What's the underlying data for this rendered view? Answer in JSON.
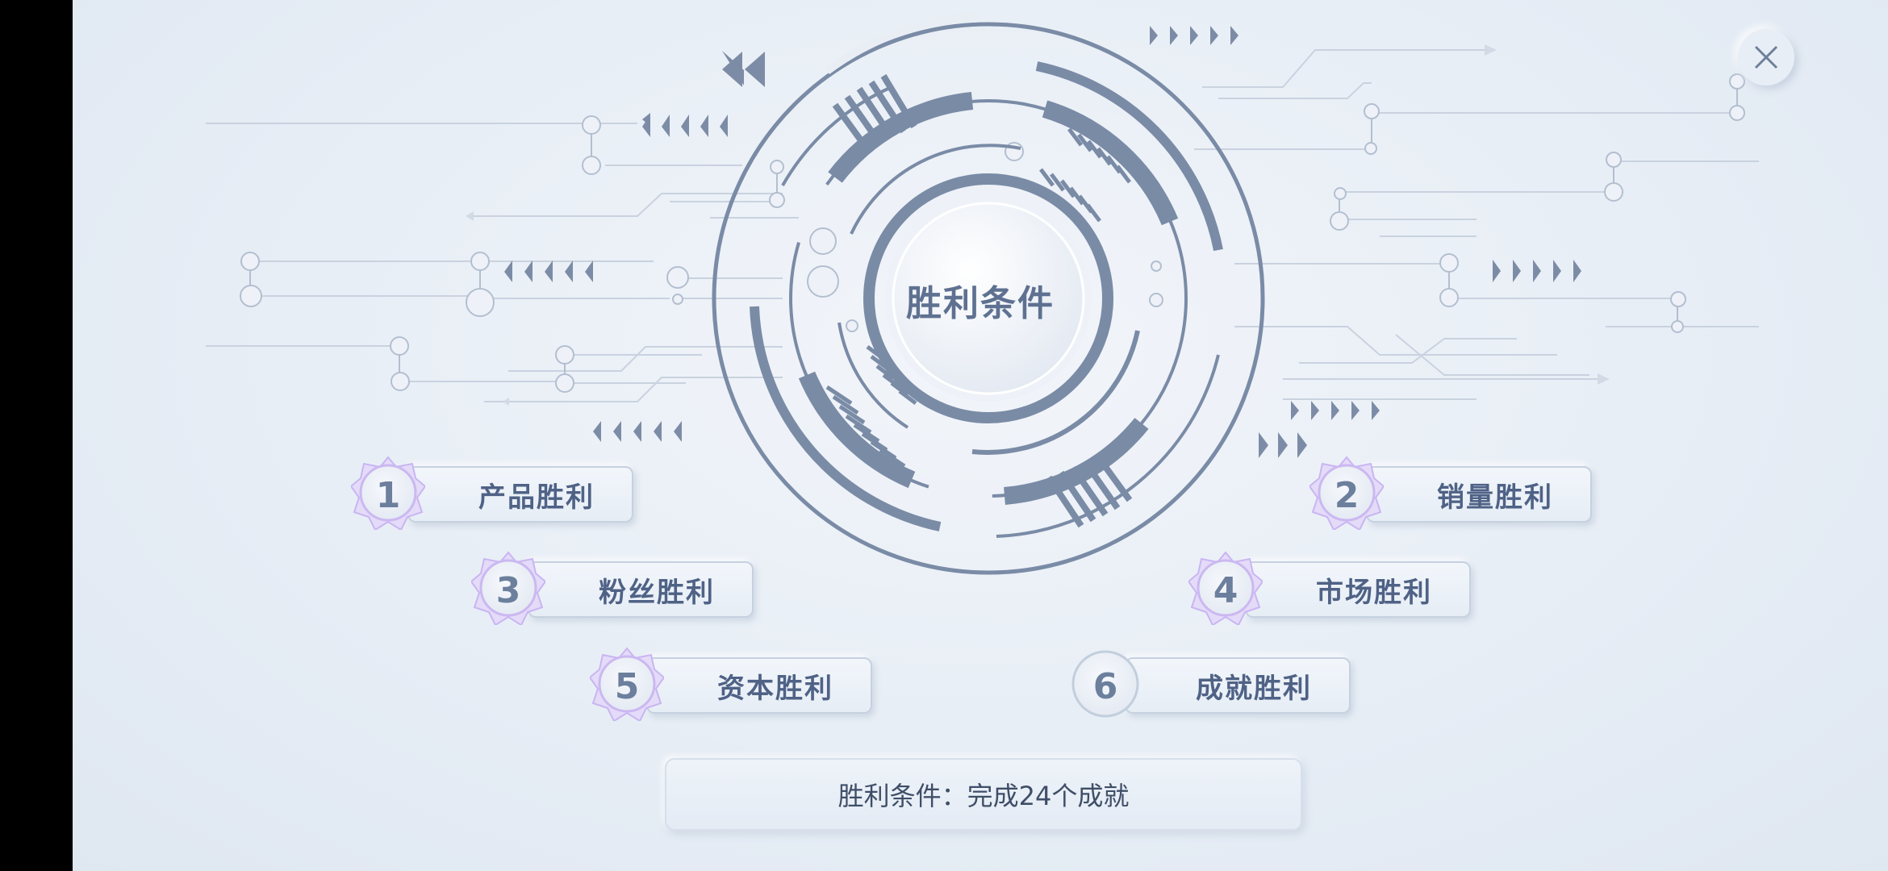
{
  "center": {
    "title": "胜利条件"
  },
  "conditions": [
    {
      "num": "1",
      "label": "产品胜利",
      "badge_style": "spiked"
    },
    {
      "num": "2",
      "label": "销量胜利",
      "badge_style": "spiked"
    },
    {
      "num": "3",
      "label": "粉丝胜利",
      "badge_style": "spiked"
    },
    {
      "num": "4",
      "label": "市场胜利",
      "badge_style": "spiked"
    },
    {
      "num": "5",
      "label": "资本胜利",
      "badge_style": "spiked"
    },
    {
      "num": "6",
      "label": "成就胜利",
      "badge_style": "plain"
    }
  ],
  "info": {
    "text": "胜利条件：完成24个成就"
  },
  "icons": {
    "close": "close-icon"
  },
  "colors": {
    "accent": "#7a8ba6",
    "badge_glow": "#c9b5f2",
    "text": "#4f6286"
  }
}
